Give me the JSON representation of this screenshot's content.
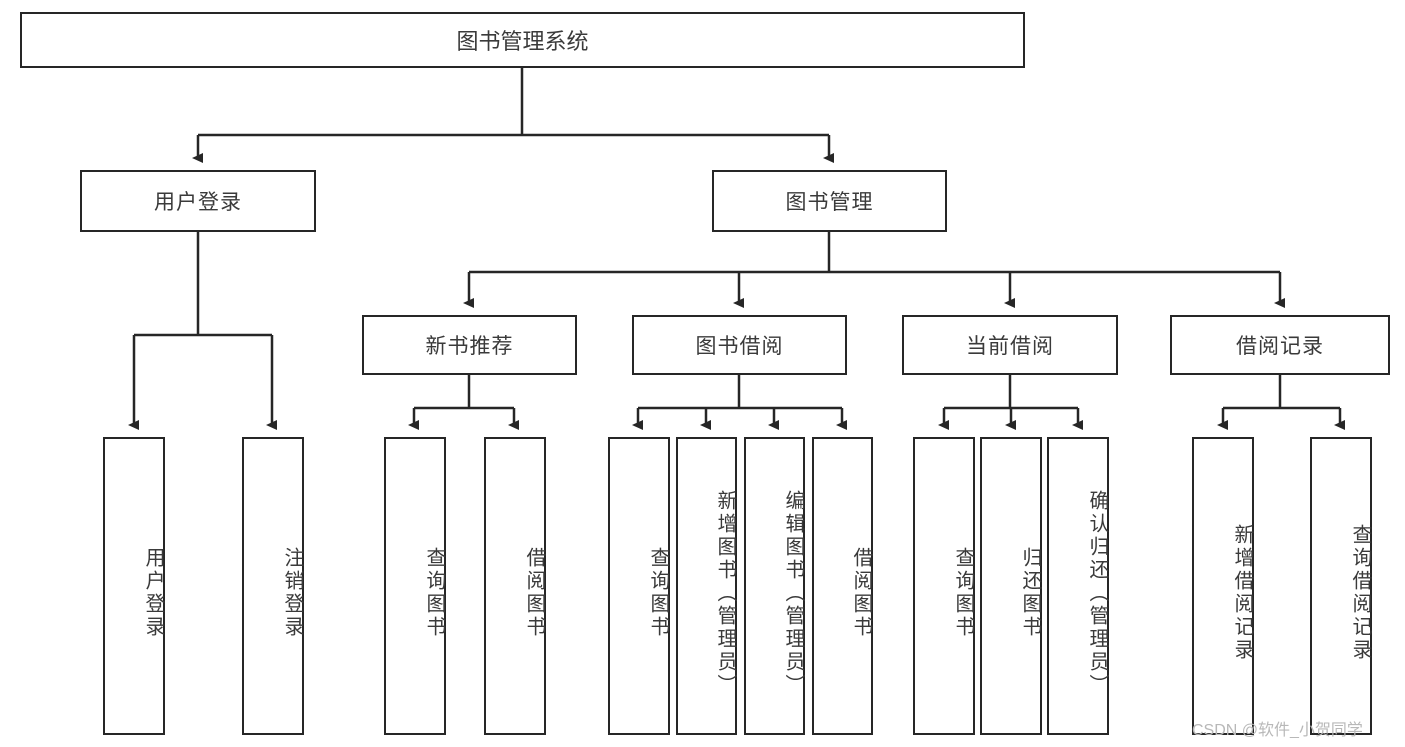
{
  "diagram": {
    "type": "tree-hierarchy",
    "title": "图书管理系统",
    "root": {
      "label": "图书管理系统"
    },
    "level1": [
      {
        "label": "用户登录"
      },
      {
        "label": "图书管理"
      }
    ],
    "level2": [
      {
        "label": "新书推荐"
      },
      {
        "label": "图书借阅"
      },
      {
        "label": "当前借阅"
      },
      {
        "label": "借阅记录"
      }
    ],
    "leaves": {
      "user_login": [
        {
          "label": "用户登录"
        },
        {
          "label": "注销登录"
        }
      ],
      "new_book_recommend": [
        {
          "label": "查询图书"
        },
        {
          "label": "借阅图书"
        }
      ],
      "book_borrow": [
        {
          "label": "查询图书"
        },
        {
          "label": "新增图书（管理员）"
        },
        {
          "label": "编辑图书（管理员）"
        },
        {
          "label": "借阅图书"
        }
      ],
      "current_borrow": [
        {
          "label": "查询图书"
        },
        {
          "label": "归还图书"
        },
        {
          "label": "确认归还（管理员）"
        }
      ],
      "borrow_record": [
        {
          "label": "新增借阅记录"
        },
        {
          "label": "查询借阅记录"
        }
      ]
    },
    "watermark": "CSDN @软件_小贺同学",
    "colors": {
      "stroke": "#262626",
      "text": "#3a3a3a",
      "background": "#ffffff",
      "watermark": "#b8b8b8"
    }
  }
}
